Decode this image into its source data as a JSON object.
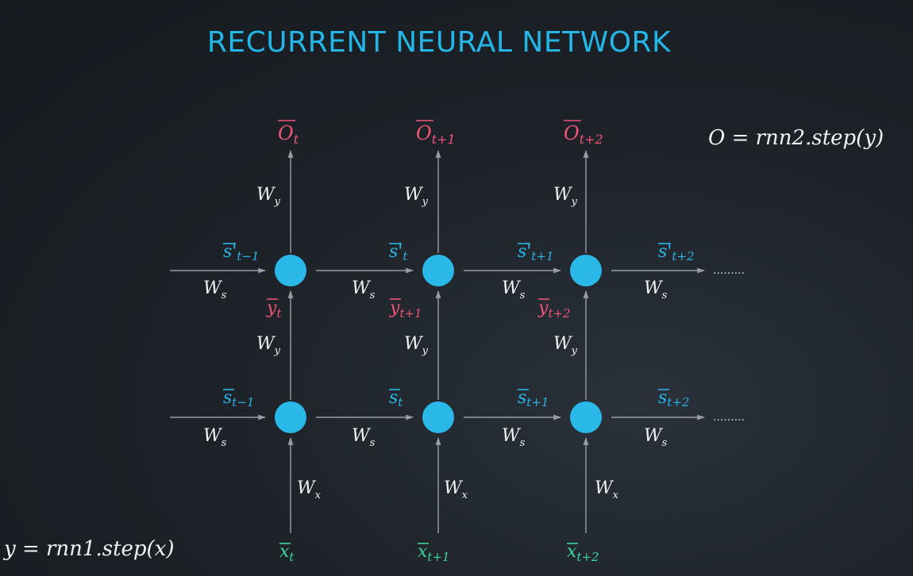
{
  "title": "RECURRENT NEURAL NETWORK",
  "equations": {
    "top_right": "O = rnn2.step(y)",
    "bottom_left": "y = rnn1.step(x)"
  },
  "colors": {
    "title": "#24b6e6",
    "node": "#29b8e8",
    "output": "#f05575",
    "state": "#2ab6e6",
    "input": "#3dd6a0",
    "weight": "#f2f2f2",
    "arrow": "#9a9ea3"
  },
  "outputs": [
    {
      "base": "O",
      "sub": "t"
    },
    {
      "base": "O",
      "sub": "t+1"
    },
    {
      "base": "O",
      "sub": "t+2"
    }
  ],
  "upper_states": [
    {
      "base": "s'",
      "sub": "t−1"
    },
    {
      "base": "s'",
      "sub": "t"
    },
    {
      "base": "s'",
      "sub": "t+1"
    },
    {
      "base": "s'",
      "sub": "t+2"
    }
  ],
  "lower_states": [
    {
      "base": "s",
      "sub": "t−1"
    },
    {
      "base": "s",
      "sub": "t"
    },
    {
      "base": "s",
      "sub": "t+1"
    },
    {
      "base": "s",
      "sub": "t+2"
    }
  ],
  "hidden_outputs": [
    {
      "base": "y",
      "sub": "t"
    },
    {
      "base": "y",
      "sub": "t+1"
    },
    {
      "base": "y",
      "sub": "t+2"
    }
  ],
  "inputs": [
    {
      "base": "x",
      "sub": "t"
    },
    {
      "base": "x",
      "sub": "t+1"
    },
    {
      "base": "x",
      "sub": "t+2"
    }
  ],
  "weights": {
    "W_y": {
      "base": "W",
      "sub": "y"
    },
    "W_s": {
      "base": "W",
      "sub": "s"
    },
    "W_x": {
      "base": "W",
      "sub": "x"
    }
  },
  "ellipsis": "........."
}
